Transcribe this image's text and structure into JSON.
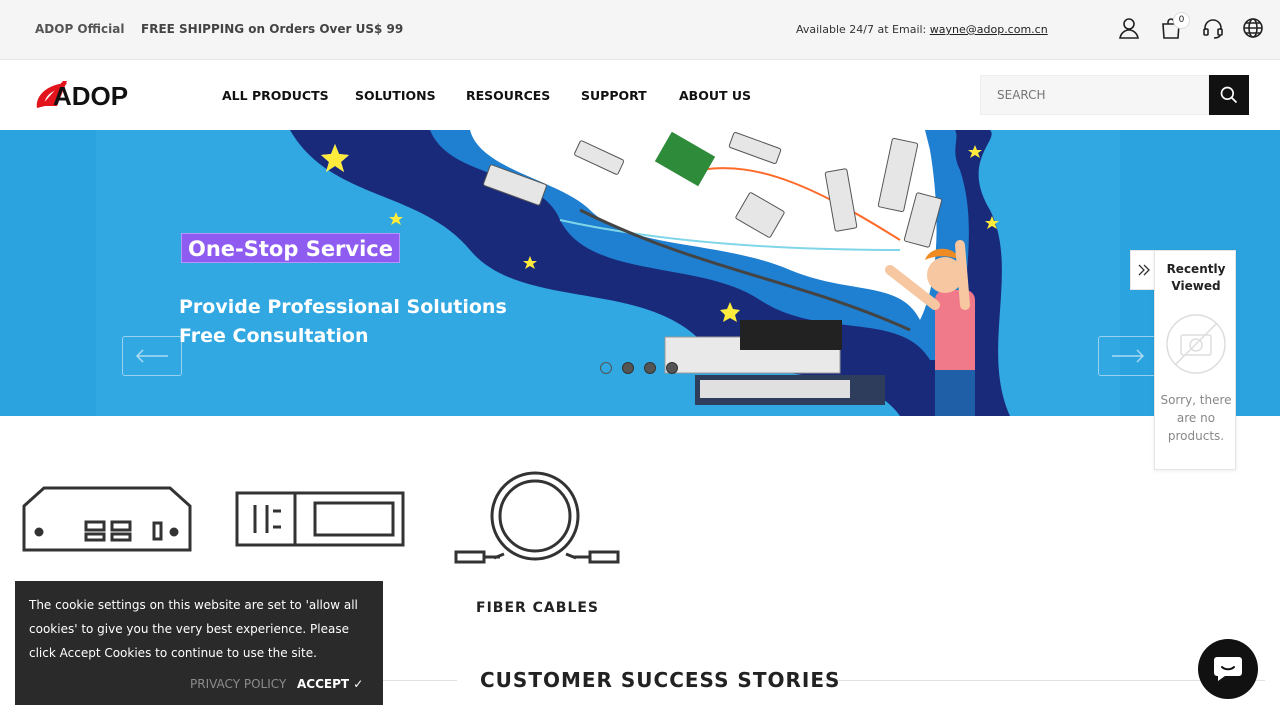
{
  "topbar": {
    "brand": "ADOP Official",
    "shipping": "FREE SHIPPING on Orders Over US$ 99",
    "availability_prefix": "Available 24/7 at Email: ",
    "email": "wayne@adop.com.cn",
    "cart_count": "0",
    "icons": [
      "user-icon",
      "cart-icon",
      "headset-icon",
      "globe-icon"
    ]
  },
  "header": {
    "logo_text": "ADOP",
    "nav": [
      "ALL PRODUCTS",
      "SOLUTIONS",
      "RESOURCES",
      "SUPPORT",
      "ABOUT US"
    ],
    "search_placeholder": "SEARCH"
  },
  "hero": {
    "tag": "One-Stop Service",
    "line1": "Provide Professional Solutions",
    "line2": "Free Consultation",
    "slide_count": 4,
    "active_slide": 1
  },
  "recently_viewed": {
    "title": "Recently Viewed",
    "empty_text": "Sorry, there are no products."
  },
  "categories": {
    "items": [
      "FIBER CABLES"
    ]
  },
  "section": {
    "title": "CUSTOMER SUCCESS STORIES"
  },
  "cookie": {
    "text": "The cookie settings on this website are set to 'allow all cookies' to give you the very best experience. Please click Accept Cookies to continue to use the site.",
    "privacy": "PRIVACY POLICY",
    "accept": "ACCEPT ✓"
  },
  "colors": {
    "hero_bg": "#2aa3df",
    "tag_bg": "#8e5cf0",
    "logo_red": "#e4141c"
  }
}
